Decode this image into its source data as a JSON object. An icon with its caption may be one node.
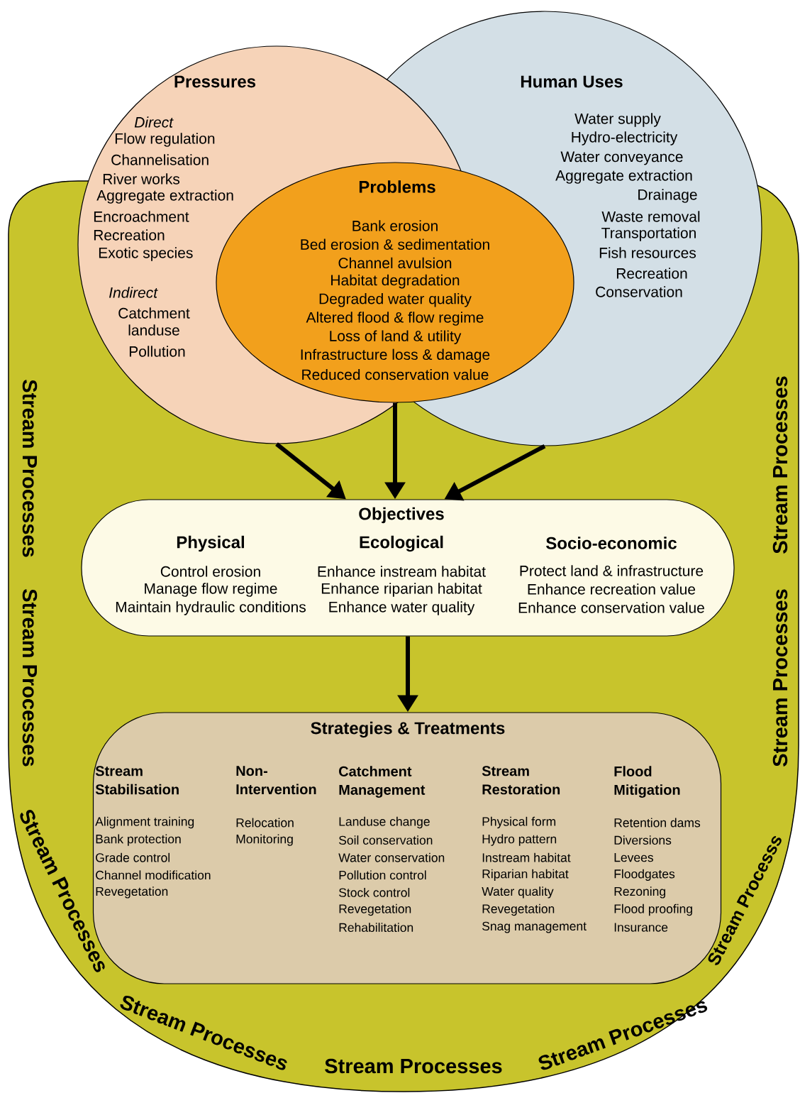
{
  "diagram": {
    "nodes": [
      {
        "text": [
          "Stream Processes",
          "Stream Processes",
          "Stream Processes",
          "Stream Processes",
          "Stream Processes",
          "Stream Processes",
          "Stream Processs",
          "Stream Processes",
          "Stream Processes"
        ]
      },
      {
        "text": [
          "Pressures",
          "Direct",
          "Flow regulation",
          "Channelisation",
          "River works",
          "Aggregate extraction",
          "Encroachment",
          "Recreation",
          "Exotic species",
          "Indirect",
          "Catchment landuse",
          "Pollution"
        ]
      },
      {
        "text": [
          "Human Uses",
          "Water supply",
          "Hydro-electricity",
          "Water conveyance",
          "Aggregate extraction",
          "Drainage",
          "Waste removal",
          "Transportation",
          "Fish resources",
          "Recreation",
          "Conservation"
        ]
      },
      {
        "text": [
          "Problems",
          "Bank erosion",
          "Bed erosion & sedimentation",
          "Channel avulsion",
          "Habitat degradation",
          "Degraded water quality",
          "Altered flood & flow regime",
          "Loss of land & utility",
          "Infrastructure loss & damage",
          "Reduced conservation value"
        ]
      },
      {
        "text": [
          "Objectives",
          "Physical",
          "Control erosion",
          "Manage flow regime",
          "Maintain hydraulic conditions",
          "Ecological",
          "Enhance instream habitat",
          "Enhance riparian habitat",
          "Enhance water quality",
          "Socio-economic",
          "Protect land & infrastructure",
          "Enhance recreation value",
          "Enhance conservation value"
        ],
        "in": 0
      },
      {
        "text": [
          "Strategies & Treatments",
          "Stream Stabilisation",
          "Alignment training",
          "Bank protection",
          "Grade control",
          "Channel modification",
          "Revegetation",
          "Non-Intervention",
          "Relocation",
          "Monitoring",
          "Catchment Management",
          "Landuse change",
          "Soil conservation",
          "Water conservation",
          "Pollution control",
          "Stock control",
          "Revegetation",
          "Rehabilitation",
          "Stream Restoration",
          "Physical form",
          "Hydro pattern",
          "Instream habitat",
          "Riparian habitat",
          "Water quality",
          "Revegetation",
          "Snag management",
          "Flood Mitigation",
          "Retention dams",
          "Diversions",
          "Levees",
          "Floodgates",
          "Rezoning",
          "Flood proofing",
          "Insurance"
        ],
        "in": 0
      }
    ],
    "edges": [
      {
        "from": 1,
        "to": 4,
        "arrow": "to"
      },
      {
        "from": 3,
        "to": 4,
        "arrow": "to"
      },
      {
        "from": 2,
        "to": 4,
        "arrow": "to"
      },
      {
        "from": 4,
        "to": 5,
        "arrow": "to"
      }
    ]
  }
}
